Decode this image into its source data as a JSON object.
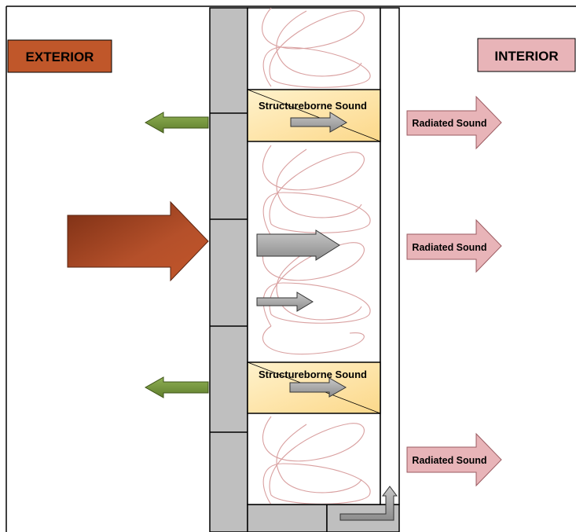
{
  "labels": {
    "exterior": "EXTERIOR",
    "interior": "INTERIOR",
    "structureborne_top": "Structureborne Sound",
    "structureborne_bottom": "Structureborne Sound",
    "radiated_top": "Radiated Sound",
    "radiated_middle": "Radiated Sound",
    "radiated_bottom": "Radiated Sound"
  },
  "colors": {
    "exterior_box": "#c0572a",
    "interior_box": "#e8b4b8",
    "masonry": "#bfbfbf",
    "insulation_line": "#d9a0a0",
    "stud_fill": "#fde9b8",
    "flank_arrow": "#76933c",
    "incident_arrow": "#a0451f",
    "transmit_arrow": "#a6a6a6",
    "radiated_arrow": "#e8b4b8"
  }
}
